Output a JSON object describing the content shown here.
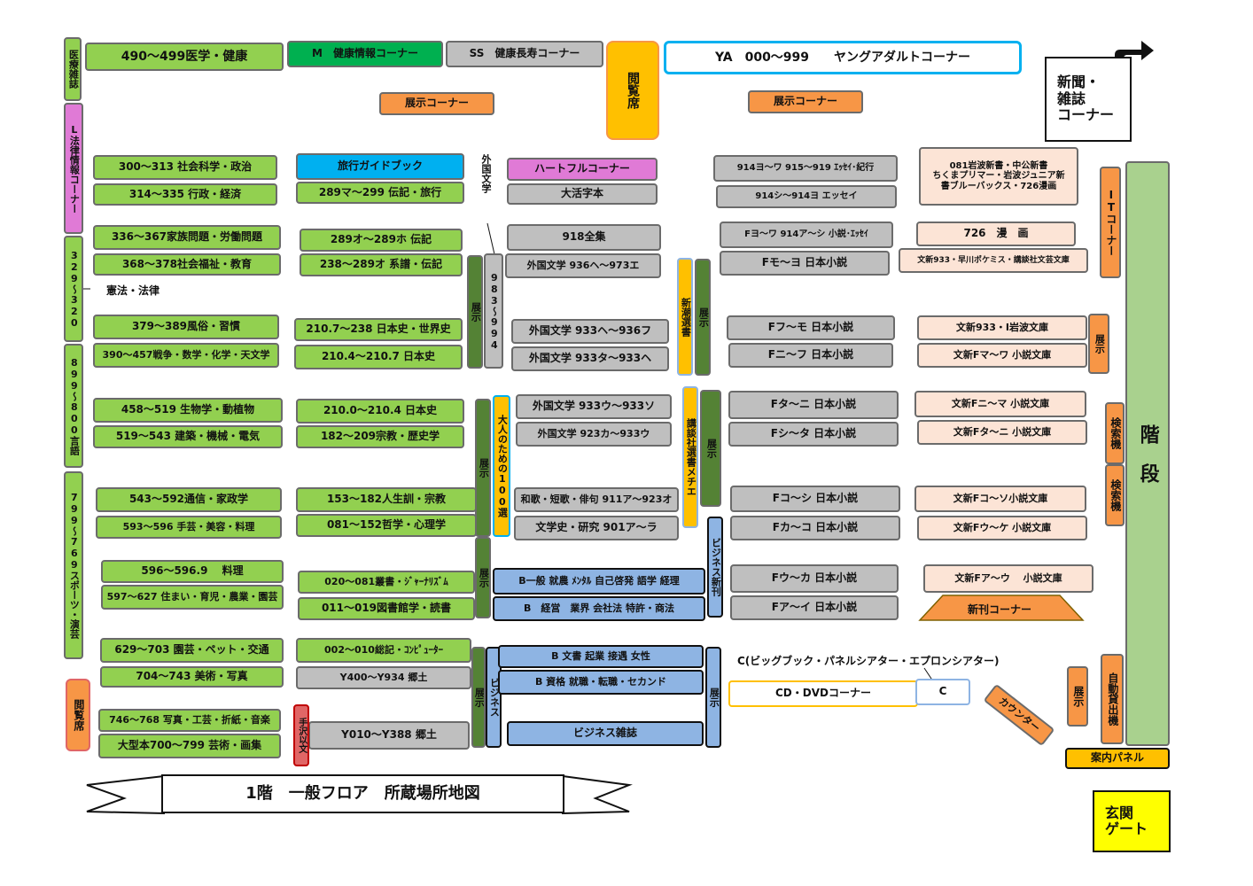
{
  "title": "1階　一般フロア　所蔵場所地図",
  "colors": {
    "green": "#92d050",
    "dark_green": "#548235",
    "gray": "#bfbfbf",
    "peach": "#fce4d6",
    "blue": "#8eb4e3",
    "orange": "#f79646",
    "yellow": "#ffc000",
    "cyan": "#00b0f0",
    "magenta": "#e07ad6",
    "stair": "#a9d18e"
  },
  "top": {
    "medical_magazine": "医療雑誌",
    "medicine": "490～499医学・健康",
    "m_corner": "M　健康情報コーナー",
    "ss_corner": "SS　健康長寿コーナー",
    "reading_top": "閲覧席",
    "ya": "YA　000～999　　ヤングアダルトコーナー",
    "news_magazine": "新聞・\n雑誌\nコーナー",
    "display_left": "展示コーナー",
    "display_right": "展示コーナー"
  },
  "left_wall": {
    "law_corner": "L法律情報コーナー",
    "range_329": "329～320",
    "constitution": "憲法・法律",
    "range_899": "899～800言語",
    "range_799": "799～769スポーツ・演芸",
    "reading_left": "閲覧席"
  },
  "col1": [
    "300～313 社会科学・政治",
    "314～335 行政・経済",
    "336～367家族問題・労働問題",
    "368～378社会福祉・教育",
    "379～389風俗・習慣",
    "390～457戦争・数学・化学・天文学",
    "458～519 生物学・動植物",
    "519～543 建築・機械・電気",
    "543～592通信・家政学",
    "593～596 手芸・美容・料理",
    "596～596.9　 料理",
    "597～627 住まい・育児・農業・園芸",
    "629～703 園芸・ペット・交通",
    "704～743 美術・写真",
    "746～768 写真・工芸・折紙・音楽",
    "大型本700～799 芸術・画集"
  ],
  "col2": [
    "旅行ガイドブック",
    "289マ～299 伝記・旅行",
    "289オ～289ホ 伝記",
    "238～289オ 系譜・伝記",
    "210.7～238 日本史・世界史",
    "210.4～210.7 日本史",
    "210.0～210.4 日本史",
    "182～209宗教・歴史学",
    "153～182人生訓・宗教",
    "081～152哲学・心理学",
    "020～081叢書・ｼﾞｬｰﾅﾘｽﾞﾑ",
    "011～019図書館学・読書",
    "002～010総記・ｺﾝﾋﾟｭｰﾀｰ",
    "Y400～Y934 郷土",
    "Y010～Y388 郷土"
  ],
  "tenji": "展示",
  "foreign_lit_label": "外国文学",
  "range_983": "983～994",
  "adult100": "大人のための100選",
  "business_vert": "ビジネス",
  "hand_kanbun": "手沢以文",
  "col3": [
    "ハートフルコーナー",
    "大活字本",
    "918全集",
    "外国文学 936ヘ～973エ",
    "外国文学 933ヘ～936フ",
    "外国文学 933タ～933ヘ",
    "外国文学 933ウ～933ソ",
    "外国文学 923カ～933ウ",
    "和歌・短歌・俳句 911ア～923オ",
    "文学史・研究 901ア～ラ"
  ],
  "business": [
    "B一般 就農 ﾒﾝﾀﾙ 自己啓発 語学 経理",
    "B　経営　業界 会社法 特許・商法",
    "B 文書 起業 接遇 女性",
    "B 資格 就職・転職・セカンド",
    "ビジネス雑誌"
  ],
  "shincho": "新潮選書",
  "kodansha": "講談社選書メチエ",
  "business_news": "ビジネス新刊",
  "col4": [
    "914ヨ～ワ 915～919 ｴｯｾｲ･紀行",
    "914シ～914ヨ エッセイ",
    "Fヨ～ワ 914ア～シ 小説･ｴｯｾｲ",
    "Fモ～ヨ 日本小説",
    "Fフ～モ 日本小説",
    "Fニ～フ 日本小説",
    "Fタ～ニ 日本小説",
    "Fシ～タ 日本小説",
    "Fコ～シ 日本小説",
    "Fカ～コ 日本小説",
    "Fウ～カ 日本小説",
    "Fア～イ 日本小説"
  ],
  "col5": [
    "081岩波新書・中公新書\nちくまプリマー・岩波ジュニア新\n書ブルーバックス・726漫画",
    "726　漫　画",
    "文新933・早川ポケミス・講談社文芸文庫",
    "文新933・I岩波文庫",
    "文新Fマ～ワ 小説文庫",
    "文新Fニ～マ 小説文庫",
    "文新Fタ～ニ 小説文庫",
    "文新Fコ～ソ小説文庫",
    "文新Fウ～ケ 小説文庫",
    "文新Fア～ウ　 小説文庫"
  ],
  "new_books": "新刊コーナー",
  "c_label": "C(ビッグブック・パネルシアター・エプロンシアター)",
  "cd_dvd": "CD・DVDコーナー",
  "c_box": "C",
  "counter": "カウンター",
  "it_corner": "ITコーナー",
  "search": "検索機",
  "stairs": "階　段",
  "auto_lending": "自動貸出機",
  "info_panel": "案内パネル",
  "entrance": "玄関\nゲート"
}
